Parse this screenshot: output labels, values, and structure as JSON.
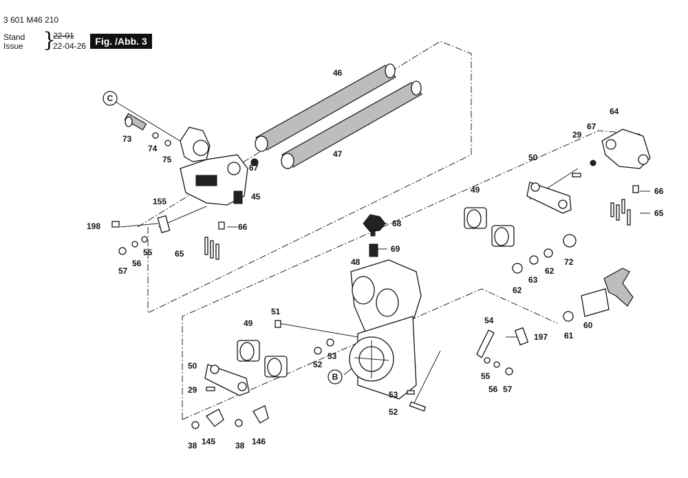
{
  "header": {
    "doc_number": "3 601 M46 210",
    "stand_label": "Stand",
    "stand_value": "22-01",
    "issue_label": "Issue",
    "issue_value": "22-04-26",
    "figure_label": "Fig. /Abb. 3"
  },
  "callouts": {
    "c": "C",
    "b": "B"
  },
  "part_numbers": {
    "p46": "46",
    "p47": "47",
    "p73": "73",
    "p74": "74",
    "p75": "75",
    "p67a": "67",
    "p45": "45",
    "p66a": "66",
    "p155": "155",
    "p198": "198",
    "p55a": "55",
    "p56a": "56",
    "p57a": "57",
    "p65a": "65",
    "p64": "64",
    "p67b": "67",
    "p29a": "29",
    "p50a": "50",
    "p66b": "66",
    "p65b": "65",
    "p49a": "49",
    "p68": "68",
    "p69": "69",
    "p48": "48",
    "p72": "72",
    "p62a": "62",
    "p63": "63",
    "p62b": "62",
    "p60": "60",
    "p61": "61",
    "p51": "51",
    "p49b": "49",
    "p53a": "53",
    "p52a": "52",
    "p50b": "50",
    "p29b": "29",
    "p54": "54",
    "p197": "197",
    "p55b": "55",
    "p56b": "56",
    "p57b": "57",
    "p53b": "53",
    "p52b": "52",
    "p38a": "38",
    "p145": "145",
    "p38b": "38",
    "p146": "146"
  }
}
